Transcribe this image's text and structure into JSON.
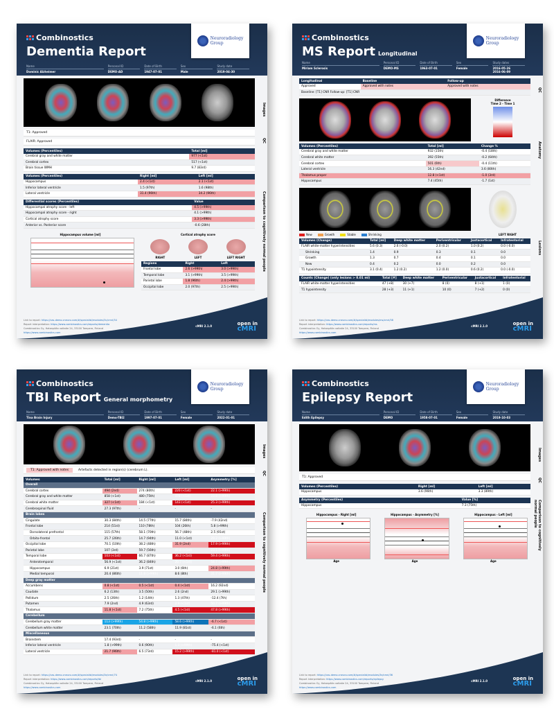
{
  "brand": "Combinostics",
  "partner_logo": {
    "line1": "Neuroradiology",
    "line2": "Group"
  },
  "meta_labels": {
    "name": "Name",
    "pid": "Personal ID",
    "dob": "Date of Birth",
    "sex": "Sex",
    "study_date": "Study date",
    "study_dates": "Study dates"
  },
  "footer": {
    "link_label": "Link to report:",
    "interp_label": "Report interpretation:",
    "address": "Combinostics Oy, Hatanpään valtatie 24, 33100 Tampere, Finland",
    "website": "https://www.combinostics.com",
    "version": "cMRI 2.1.0",
    "open_in": "open in",
    "cmri": "cMRI"
  },
  "dementia": {
    "title": "Dementia Report",
    "name": "Dominic Alzheimer",
    "pid": "DEMO-AD",
    "dob": "1947-07-01",
    "sex": "Male",
    "study_date": "2019-04-30",
    "side_images": "Images",
    "side_qc": "QC",
    "side_comparison": "Comparison to cognitively normal people",
    "qc": [
      "T1: Approved",
      "FLAIR: Approved"
    ],
    "vol_total": {
      "headers": [
        "Volumes (Percentiles)",
        "Total [ml]"
      ],
      "rows": [
        [
          "Cerebral gray and white matter",
          "977 (<1st)"
        ],
        [
          "Cerebral cortex",
          "517 (<1st)"
        ],
        [
          "Brain tissue WMH",
          "9.7 (83rd)"
        ]
      ]
    },
    "vol_lr": {
      "headers": [
        "Volumes (Percentiles)",
        "Right [ml]",
        "Left [ml]"
      ],
      "rows": [
        [
          "Hippocampus",
          "2.4 (<1st)",
          "2.1 (<1st)"
        ],
        [
          "Inferior lateral ventricle",
          "1.5 (97th)",
          "1.6 (98th)"
        ],
        [
          "Lateral ventricle",
          "31.4 (96th)",
          "34.2 (96th)"
        ]
      ]
    },
    "diff": {
      "headers": [
        "Differential scores (Percentiles)",
        "Value"
      ],
      "rows": [
        [
          "Hippocampal atrophy score - left",
          "4.5 (>99th)"
        ],
        [
          "Hippocampal atrophy score - right",
          "4.1 (>99th)"
        ],
        [
          "Cortical atrophy score",
          "3.3 (>99th)"
        ],
        [
          "Anterior vs. Posterior score",
          "-0.6 (28th)"
        ]
      ]
    },
    "hippo_chart_title": "Hippocampus volume [ml]",
    "cortical_title": "Cortical atrophy score",
    "brain_views": [
      "RIGHT",
      "LEFT",
      "LEFT RIGHT"
    ],
    "regions": {
      "headers": [
        "Regions",
        "Right",
        "Left"
      ],
      "rows": [
        [
          "Frontal lobe",
          "2.6 (>99th)",
          "3.0 (>99th)"
        ],
        [
          "Temporal lobe",
          "3.1 (>99th)",
          "3.5 (>99th)"
        ],
        [
          "Parietal lobe",
          "1.8 (96th)",
          "2.4 (>99th)"
        ],
        [
          "Occipital lobe",
          "2.0 (97th)",
          "2.5 (>99th)"
        ]
      ]
    },
    "link": "https://cas-demo.cneuro.com/#/specialist/modules/3c/cmri/34",
    "interp": "https://www.combinostics.com/reports/dementia"
  },
  "ms": {
    "title": "MS Report",
    "subtitle": "Longitudinal",
    "name": "Miriam Sclerosis",
    "pid": "DEMO-MS",
    "dob": "1963-07-01",
    "sex": "Female",
    "study_dates": [
      "2016-05-26",
      "2016-06-09"
    ],
    "side_qc": "QC",
    "side_anatomy": "Anatomy",
    "side_lesions": "Lesions",
    "qc_headers": [
      "Longitudinal",
      "Baseline",
      "Follow-up"
    ],
    "qc_values": [
      "Approved",
      "Approved with notes",
      "Approved with notes"
    ],
    "qc_note": "Baseline: [T1] CNR Follow-up: [T1] CNR",
    "diff_title": "Difference",
    "diff_sub": "Time 2 - Time 1",
    "plus": "+",
    "minus": "-",
    "vol": {
      "headers": [
        "Volumes (Percentiles)",
        "Total [ml]",
        "Change %"
      ],
      "rows": [
        [
          "Cerebral gray and white matter",
          "932 (15th)",
          "-0.4 (18th)"
        ],
        [
          "Cerebral white matter",
          "392 (55th)",
          "-0.2 (64th)"
        ],
        [
          "Cerebral cortex",
          "501 (6th)",
          "-0.4 (11th)"
        ],
        [
          "Lateral ventricle",
          "16.3 (42nd)",
          "3.6 (80th)"
        ],
        [
          "Thalamus proper",
          "12.8 (<1st)",
          "-1.0 (3rd)"
        ],
        [
          "Hippocampus",
          "7.4 (45th)",
          "-1.7 (1st)"
        ]
      ]
    },
    "legend": [
      {
        "label": "New",
        "color": "#e0201e"
      },
      {
        "label": "Growth",
        "color": "#f0a050"
      },
      {
        "label": "Stable",
        "color": "#f0e010"
      },
      {
        "label": "Shrinking",
        "color": "#2a7fd0"
      }
    ],
    "left_right": "LEFT RIGHT",
    "changes": {
      "headers": [
        "Volumes (Change)",
        "Total [ml]",
        "Deep white matter",
        "Periventricular",
        "Juxtacortical",
        "Infratentorial"
      ],
      "rows": [
        [
          "FLAIR white-matter hyperintensities",
          "5.6 (0.3)",
          "2.6 (-0.0)",
          "2.0 (0.2)",
          "1.0 (0.2)",
          "0.0 (-0.0)"
        ],
        [
          "Shrinking",
          "1.4",
          "0.9",
          "0.3",
          "0.1",
          "0.0"
        ],
        [
          "Growth",
          "1.3",
          "0.7",
          "0.4",
          "0.1",
          "0.0"
        ],
        [
          "New",
          "0.4",
          "0.2",
          "0.0",
          "0.2",
          "0.0"
        ],
        [
          "T1 hypointensity",
          "3.1 (0.4)",
          "1.2 (0.2)",
          "1.2 (0.0)",
          "0.6 (0.2)",
          "0.0 (-0.0)"
        ]
      ]
    },
    "counts": {
      "headers": [
        "Counts (Change) (only lesions > 0.01 ml)",
        "Total [#]",
        "Deep white matter",
        "Periventricular",
        "Juxtacortical",
        "Infratentorial"
      ],
      "rows": [
        [
          "FLAIR white-matter hyperintensities",
          "47 (+8)",
          "30 (+7)",
          "8 (0)",
          "8 (+1)",
          "1 (0)"
        ],
        [
          "T1 hypointensity",
          "28 (+3)",
          "11 (+1)",
          "10 (0)",
          "7 (+2)",
          "0 (0)"
        ]
      ]
    },
    "link": "https://cas-demo.cneuro.com/#/specialist/modules/ms/cmri/38",
    "interp": "https://www.combinostics.com/reports/ms"
  },
  "tbi": {
    "title": "TBI Report",
    "subtitle": "General morphometry",
    "name": "Tina Brain Injury",
    "pid": "Demo-TBI2",
    "dob": "1997-07-01",
    "sex": "Female",
    "study_date": "2022-01-01",
    "side_images": "Images",
    "side_qc": "QC",
    "side_comparison": "Comparison to cognitively normal people",
    "qc_status": "T1: Approved with notes",
    "qc_note": "Artefacts detected in region(s) (cerebrum L).",
    "headers": [
      "Volumes",
      "Total [ml]",
      "Right [ml]",
      "Left [ml]",
      "Asymmetry [%]"
    ],
    "groups": [
      {
        "name": "Overall",
        "rows": [
          {
            "c": [
              "Cerebral cortex",
              "494 (2nd)",
              "274 (80th)",
              "220 (<1st)",
              "22.1 (>99th)"
            ],
            "s": [
              "",
              "h",
              "",
              "hd",
              "hd"
            ]
          },
          {
            "c": [
              "Cerebral gray and white matter",
              "858 (<1st)",
              "480 (75th)",
              "378 (<1st)",
              "23.8 (>99th)"
            ],
            "s": [
              "",
              "h",
              "",
              "hd",
              "hd"
            ]
          },
          {
            "c": [
              "Cerebral white matter",
              "327 (<1st)",
              "184 (<1st)",
              "143 (<1st)",
              "25.3 (>99th)"
            ],
            "s": [
              "",
              "h",
              "",
              "hd",
              "hd"
            ]
          },
          {
            "c": [
              "Cerebrospinal fluid",
              "27.3 (97th)",
              "-",
              "-",
              "-"
            ],
            "s": [
              "",
              "",
              "",
              "",
              ""
            ]
          }
        ]
      },
      {
        "name": "Brain lobes",
        "rows": [
          {
            "c": [
              "Cingulate",
              "30.3 (84th)",
              "14.5 (77th)",
              "15.7 (84th)",
              "-7.9 (42nd)"
            ],
            "s": [
              "",
              "",
              "",
              "",
              ""
            ]
          },
          {
            "c": [
              "Frontal lobe",
              "214 (51st)",
              "110 (78th)",
              "104 (26th)",
              "5.8 (>99th)"
            ],
            "s": [
              "",
              "",
              "",
              "",
              "h"
            ]
          },
          {
            "c": [
              "Dorsolateral prefrontal",
              "115 (57th)",
              "58.1 (70th)",
              "56.7 (48th)",
              "2.5 (91st)"
            ],
            "s": [
              "ind",
              "",
              "",
              "",
              ""
            ]
          },
          {
            "c": [
              "Orbito-frontal",
              "25.7 (26th)",
              "14.7 (94th)",
              "11.0 (<1st)",
              "29.2 (>99th)"
            ],
            "s": [
              "ind",
              "",
              "",
              "h",
              "hd"
            ]
          },
          {
            "c": [
              "Occipital lobe",
              "70.1 (10th)",
              "38.2 (48th)",
              "31.9 (2nd)",
              "17.9 (>99th)"
            ],
            "s": [
              "",
              "",
              "",
              "h",
              "hd"
            ]
          },
          {
            "c": [
              "Parietal lobe",
              "107 (3rd)",
              "59.7 (56th)",
              "47.6 (<1st)",
              "23.1 (>99th)"
            ],
            "s": [
              "",
              "h",
              "",
              "hd",
              "hd"
            ]
          },
          {
            "c": [
              "Temporal lobe",
              "103 (<1st)",
              "66.7 (87th)",
              "36.2 (<1st)",
              "59.4 (>99th)"
            ],
            "s": [
              "",
              "hd",
              "",
              "hd",
              "hd"
            ]
          },
          {
            "c": [
              "Anterotemporal",
              "56.9 (<1st)",
              "36.2 (84th)",
              "20.7 (<1st)",
              "54.7 (>99th)"
            ],
            "s": [
              "ind",
              "h",
              "",
              "hd",
              "hd"
            ]
          },
          {
            "c": [
              "Hippocampus",
              "6.9 (21st)",
              "3.9 (71st)",
              "3.0 (6th)",
              "24.8 (>99th)"
            ],
            "s": [
              "ind",
              "",
              "",
              "",
              "h"
            ]
          },
          {
            "c": [
              "Medial temporal",
              "20.4 (86th)",
              "11.8 (>99th)",
              "8.6 (8th)",
              "31.7 (>99th)"
            ],
            "s": [
              "ind",
              "",
              "bl",
              "",
              "hd"
            ]
          }
        ]
      },
      {
        "name": "Deep gray matter",
        "rows": [
          {
            "c": [
              "Accumbens",
              "0.8 (<1st)",
              "0.5 (<1st)",
              "0.4 (<1st)",
              "16.2 (92nd)"
            ],
            "s": [
              "",
              "h",
              "h",
              "h",
              ""
            ]
          },
          {
            "c": [
              "Caudate",
              "6.2 (13th)",
              "3.5 (50th)",
              "2.6 (2nd)",
              "29.1 (>99th)"
            ],
            "s": [
              "",
              "",
              "",
              "h",
              "h"
            ]
          },
          {
            "c": [
              "Pallidum",
              "2.5 (26th)",
              "1.2 (14th)",
              "1.3 (47th)",
              "-12.4 (7th)"
            ],
            "s": [
              "",
              "",
              "",
              "",
              ""
            ]
          },
          {
            "c": [
              "Putamen",
              "7.9 (2nd)",
              "4.9 (63rd)",
              "2.9 (<1st)",
              "50.7 (>99th)"
            ],
            "s": [
              "",
              "h",
              "",
              "hd",
              "hd"
            ]
          },
          {
            "c": [
              "Thalamus",
              "11.8 (<1st)",
              "7.2 (75th)",
              "4.5 (<1st)",
              "47.8 (>99th)"
            ],
            "s": [
              "",
              "h",
              "",
              "hd",
              "hd"
            ]
          }
        ]
      },
      {
        "name": "Cerebellum",
        "rows": [
          {
            "c": [
              "Cerebellum gray matter",
              "113 (>99th)",
              "54.8 (>99th)",
              "58.6 (>99th)",
              "-6.7 (<1st)"
            ],
            "s": [
              "",
              "bl",
              "bl",
              "bd",
              "h"
            ]
          },
          {
            "c": [
              "Cerebellum white matter",
              "23.1 (70th)",
              "11.2 (58th)",
              "11.9 (81st)",
              "-6.1 (6th)"
            ],
            "s": [
              "",
              "",
              "",
              "",
              "h"
            ]
          }
        ]
      },
      {
        "name": "Miscellaneous",
        "rows": [
          {
            "c": [
              "Brainstem",
              "17.4 (93rd)",
              "-",
              "-",
              "-"
            ],
            "s": [
              "",
              "",
              "",
              "",
              ""
            ]
          },
          {
            "c": [
              "Inferior lateral ventricle",
              "1.8 (>99th)",
              "0.6 (90th)",
              "1.3 (>99th)",
              "-75.4 (<1st)"
            ],
            "s": [
              "",
              "h",
              "",
              "hd",
              "h"
            ]
          },
          {
            "c": [
              "Lateral ventricle",
              "21.7 (96th)",
              "6.5 (73rd)",
              "15.2 (>99th)",
              "-81.0 (<1st)"
            ],
            "s": [
              "",
              "h",
              "",
              "hd",
              "hd"
            ]
          }
        ]
      }
    ],
    "link": "https://cas-demo.cneuro.com/#/specialist/modules/3e/cmri/74",
    "interp": "https://www.combinostics.com/reports/tbi"
  },
  "epilepsy": {
    "title": "Epilepsy Report",
    "name": "Edith Epilepsy",
    "pid": "DEMO",
    "dob": "1958-07-01",
    "sex": "Female",
    "study_date": "2019-10-03",
    "side_images": "Images",
    "side_qc": "QC",
    "side_comparison": "Comparison to cognitively normal people",
    "qc": "T1: Approved",
    "vol": {
      "headers": [
        "Volumes (Percentiles)",
        "Right [ml]",
        "Left [ml]"
      ],
      "rows": [
        [
          "Hippocampus",
          "3.6 (96th)",
          "3.3 (89th)"
        ]
      ]
    },
    "asym": {
      "headers": [
        "Asymmetry (Percentiles)",
        "Value [%]"
      ],
      "rows": [
        [
          "Hippocampus",
          "7.3 (75th)"
        ]
      ]
    },
    "charts": [
      {
        "title": "Hippocampus - Right [ml]",
        "xlabel": "Age"
      },
      {
        "title": "Hippocampus - Asymmetry [%]",
        "xlabel": "Age"
      },
      {
        "title": "Hippocampus - Left [ml]",
        "xlabel": "Age"
      }
    ],
    "link": "https://cas-demo.cneuro.com/#/specialist/modules/3e/cmri/36",
    "interp": "https://www.combinostics.com/reports/epilepsy"
  }
}
